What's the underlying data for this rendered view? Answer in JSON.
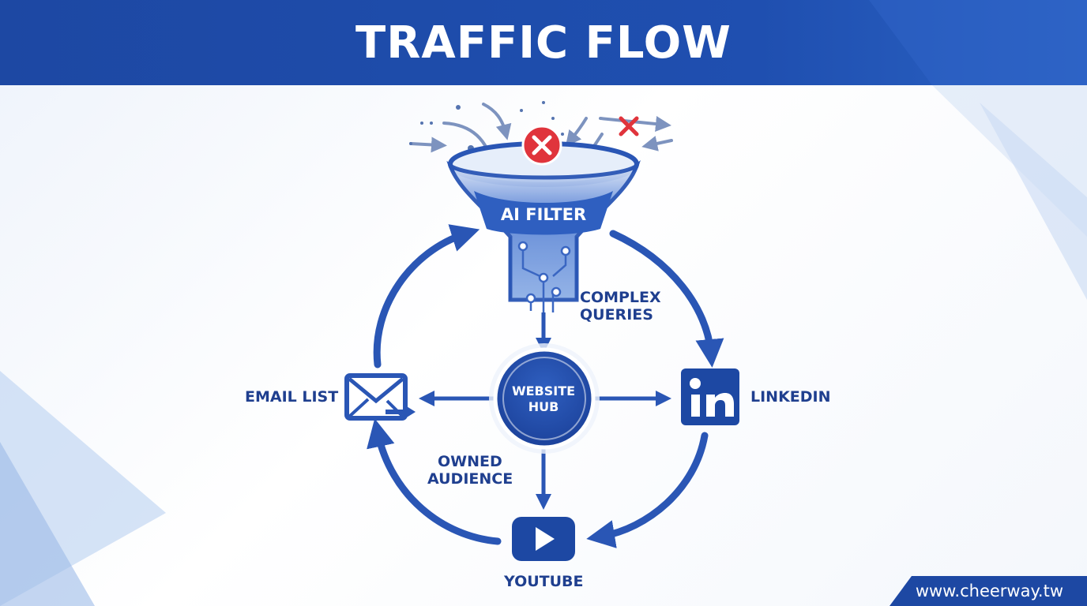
{
  "header": {
    "title": "TRAFFIC FLOW"
  },
  "nodes": {
    "ai_filter": "AI FILTER",
    "complex_queries_line1": "COMPLEX",
    "complex_queries_line2": "QUERIES",
    "hub_line1": "WEBSITE",
    "hub_line2": "HUB",
    "email_list": "EMAIL LIST",
    "linkedin": "LINKEDIN",
    "owned_audience_line1": "OWNED",
    "owned_audience_line2": "AUDIENCE",
    "youtube": "YOUTUBE"
  },
  "icons": [
    "funnel-icon",
    "reject-x-icon",
    "email-icon",
    "linkedin-icon",
    "youtube-icon"
  ],
  "colors": {
    "primary": "#1d48a3",
    "accent": "#2f64c8",
    "reject": "#e0343c",
    "text": "#1f3f8f"
  },
  "footer": {
    "url": "www.cheerway.tw"
  }
}
